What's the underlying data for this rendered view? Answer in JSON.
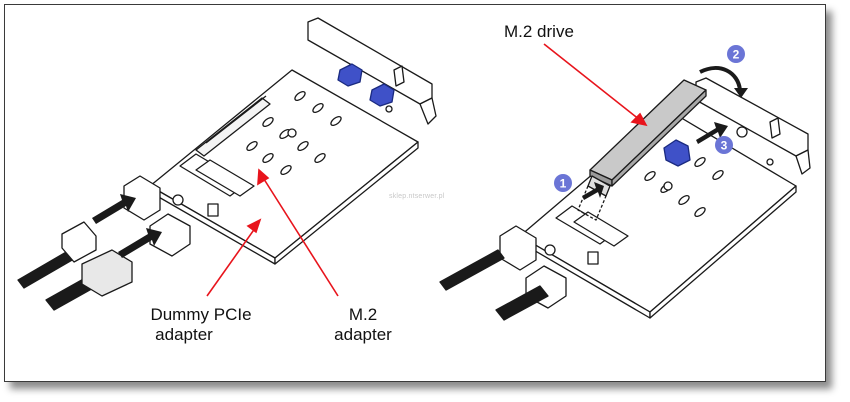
{
  "labels": {
    "dummy_pcie_line1": "Dummy PCIe",
    "dummy_pcie_line2": "adapter",
    "m2_adapter_line1": "M.2",
    "m2_adapter_line2": "adapter",
    "m2_drive": "M.2 drive"
  },
  "steps": {
    "step1": "1",
    "step2": "2",
    "step3": "3"
  },
  "watermark": "sklep.ntserwer.pl",
  "colors": {
    "callout_arrow": "#e8141c",
    "step_badge": "#6b75d6",
    "retainer": "#3f51c8",
    "outline": "#1a1a1a"
  }
}
